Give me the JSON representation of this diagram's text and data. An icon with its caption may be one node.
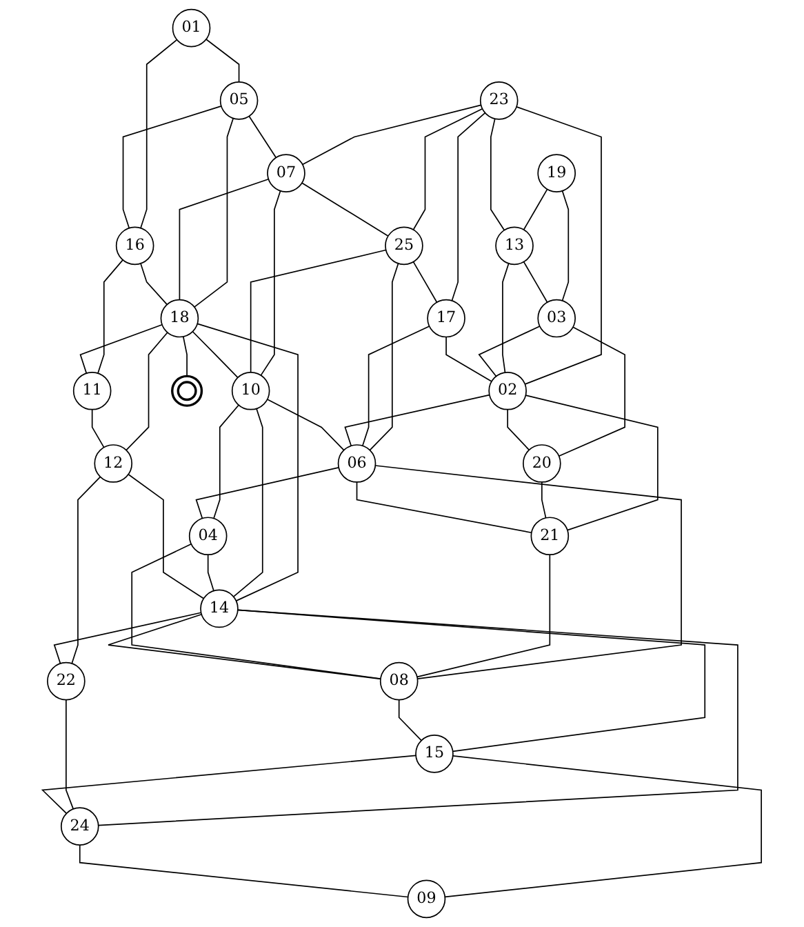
{
  "diagram": {
    "nodes": [
      {
        "text": [
          "19"
        ]
      },
      {
        "text": [
          "23"
        ]
      },
      {
        "text": [
          "13"
        ]
      },
      {
        "text": [
          "03"
        ]
      },
      {
        "text": [
          "01"
        ]
      },
      {
        "text": [
          "05"
        ]
      },
      {
        "text": [
          "07"
        ]
      },
      {
        "text": [
          "25"
        ]
      },
      {
        "text": [
          "17"
        ]
      },
      {
        "text": [
          "02"
        ]
      },
      {
        "text": [
          "20"
        ]
      },
      {
        "text": [
          "16"
        ]
      },
      {
        "text": [
          "18"
        ]
      },
      {
        "text": [
          "10"
        ]
      },
      {
        "text": [
          "06"
        ]
      },
      {
        "text": [
          "21"
        ]
      },
      {
        "text": [],
        "shape": "circle"
      },
      {
        "text": [
          "04"
        ]
      },
      {
        "text": [
          "11"
        ]
      },
      {
        "text": [
          "12"
        ]
      },
      {
        "text": [
          "14"
        ]
      },
      {
        "text": [
          "08"
        ]
      },
      {
        "text": [
          "22"
        ]
      },
      {
        "text": [
          "15"
        ]
      },
      {
        "text": [
          "24"
        ]
      },
      {
        "text": [
          "09"
        ]
      }
    ],
    "edges": [
      {
        "from": 0,
        "to": 2,
        "arrow": "none"
      },
      {
        "from": 0,
        "to": 3,
        "arrow": "none"
      },
      {
        "from": 1,
        "to": 2,
        "arrow": "none"
      },
      {
        "from": 2,
        "to": 3,
        "arrow": "none"
      },
      {
        "from": 1,
        "to": 6,
        "arrow": "none"
      },
      {
        "from": 1,
        "to": 7,
        "arrow": "none"
      },
      {
        "from": 1,
        "to": 8,
        "arrow": "none"
      },
      {
        "from": 1,
        "to": 9,
        "arrow": "none"
      },
      {
        "from": 2,
        "to": 9,
        "arrow": "none"
      },
      {
        "from": 3,
        "to": 9,
        "arrow": "none"
      },
      {
        "from": 3,
        "to": 10,
        "arrow": "none"
      },
      {
        "from": 4,
        "to": 5,
        "arrow": "none"
      },
      {
        "from": 4,
        "to": 11,
        "arrow": "none"
      },
      {
        "from": 5,
        "to": 6,
        "arrow": "none"
      },
      {
        "from": 5,
        "to": 11,
        "arrow": "none"
      },
      {
        "from": 5,
        "to": 12,
        "arrow": "none"
      },
      {
        "from": 6,
        "to": 7,
        "arrow": "none"
      },
      {
        "from": 6,
        "to": 12,
        "arrow": "none"
      },
      {
        "from": 6,
        "to": 13,
        "arrow": "none"
      },
      {
        "from": 7,
        "to": 8,
        "arrow": "none"
      },
      {
        "from": 7,
        "to": 13,
        "arrow": "none"
      },
      {
        "from": 7,
        "to": 14,
        "arrow": "none"
      },
      {
        "from": 8,
        "to": 9,
        "arrow": "none"
      },
      {
        "from": 8,
        "to": 14,
        "arrow": "none"
      },
      {
        "from": 9,
        "to": 10,
        "arrow": "none"
      },
      {
        "from": 9,
        "to": 14,
        "arrow": "none"
      },
      {
        "from": 9,
        "to": 15,
        "arrow": "none"
      },
      {
        "from": 10,
        "to": 15,
        "arrow": "none"
      },
      {
        "from": 11,
        "to": 12,
        "arrow": "none"
      },
      {
        "from": 11,
        "to": 18,
        "arrow": "none"
      },
      {
        "from": 12,
        "to": 13,
        "arrow": "none"
      },
      {
        "from": 12,
        "to": 16,
        "arrow": "none"
      },
      {
        "from": 12,
        "to": 19,
        "arrow": "none"
      },
      {
        "from": 12,
        "to": 18,
        "arrow": "none"
      },
      {
        "from": 12,
        "to": 20,
        "arrow": "none"
      },
      {
        "from": 13,
        "to": 14,
        "arrow": "none"
      },
      {
        "from": 13,
        "to": 17,
        "arrow": "none"
      },
      {
        "from": 13,
        "to": 20,
        "arrow": "none"
      },
      {
        "from": 14,
        "to": 15,
        "arrow": "none"
      },
      {
        "from": 14,
        "to": 17,
        "arrow": "none"
      },
      {
        "from": 14,
        "to": 21,
        "arrow": "none"
      },
      {
        "from": 15,
        "to": 21,
        "arrow": "none"
      },
      {
        "from": 17,
        "to": 20,
        "arrow": "none"
      },
      {
        "from": 17,
        "to": 21,
        "arrow": "none"
      },
      {
        "from": 18,
        "to": 19,
        "arrow": "none"
      },
      {
        "from": 19,
        "to": 20,
        "arrow": "none"
      },
      {
        "from": 19,
        "to": 22,
        "arrow": "none"
      },
      {
        "from": 20,
        "to": 21,
        "arrow": "none"
      },
      {
        "from": 20,
        "to": 22,
        "arrow": "none"
      },
      {
        "from": 20,
        "to": 24,
        "arrow": "none"
      },
      {
        "from": 20,
        "to": 23,
        "arrow": "none"
      },
      {
        "from": 21,
        "to": 23,
        "arrow": "none"
      },
      {
        "from": 22,
        "to": 24,
        "arrow": "none"
      },
      {
        "from": 23,
        "to": 24,
        "arrow": "none"
      },
      {
        "from": 23,
        "to": 25,
        "arrow": "none"
      },
      {
        "from": 24,
        "to": 25,
        "arrow": "none"
      }
    ]
  }
}
